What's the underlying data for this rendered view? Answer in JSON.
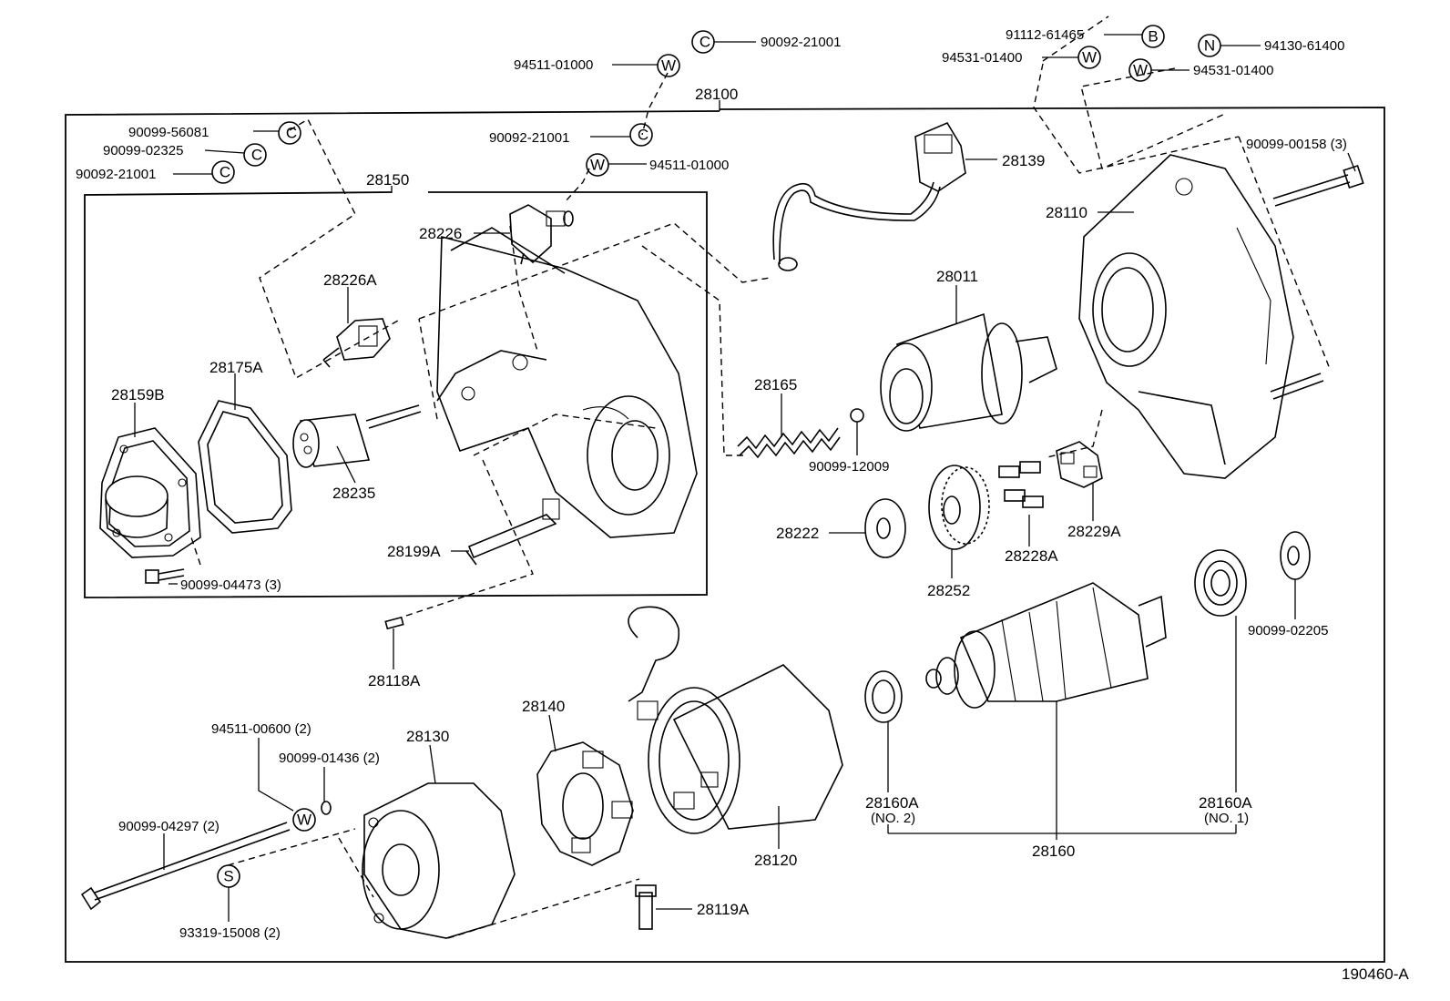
{
  "diagram_id": "190460-A",
  "assemblies": {
    "main": "28100",
    "end_frame": "28150",
    "armature": "28160"
  },
  "labels": {
    "p90092_21001_top": "90092-21001",
    "p94511_01000_top": "94511-01000",
    "p90092_21001_mid": "90092-21001",
    "p94511_01000_mid": "94511-01000",
    "p90099_56081": "90099-56081",
    "p90099_02325": "90099-02325",
    "p90092_21001_left": "90092-21001",
    "p91112_61465": "91112-61465",
    "p94531_01400_a": "94531-01400",
    "p94130_61400": "94130-61400",
    "p94531_01400_b": "94531-01400",
    "p90099_00158": "90099-00158 (3)",
    "p28139": "28139",
    "p28110": "28110",
    "p28226": "28226",
    "p28226A": "28226A",
    "p28175A": "28175A",
    "p28159B": "28159B",
    "p28235": "28235",
    "p28199A": "28199A",
    "p90099_04473": "90099-04473 (3)",
    "p28011": "28011",
    "p28165": "28165",
    "p90099_12009": "90099-12009",
    "p28222": "28222",
    "p28252": "28252",
    "p28228A": "28228A",
    "p28229A": "28229A",
    "p90099_02205": "90099-02205",
    "p28118A": "28118A",
    "p94511_00600": "94511-00600 (2)",
    "p90099_01436": "90099-01436 (2)",
    "p28130": "28130",
    "p28140": "28140",
    "p90099_04297": "90099-04297 (2)",
    "p93319_15008": "93319-15008 (2)",
    "p28119A": "28119A",
    "p28120": "28120",
    "p28160A_no2": "28160A",
    "p28160A_no2_sub": "(NO. 2)",
    "p28160A_no1": "28160A",
    "p28160A_no1_sub": "(NO. 1)"
  },
  "symbols": {
    "washer": "W",
    "clip": "C",
    "bolt": "B",
    "nut": "N",
    "screw": "S"
  }
}
